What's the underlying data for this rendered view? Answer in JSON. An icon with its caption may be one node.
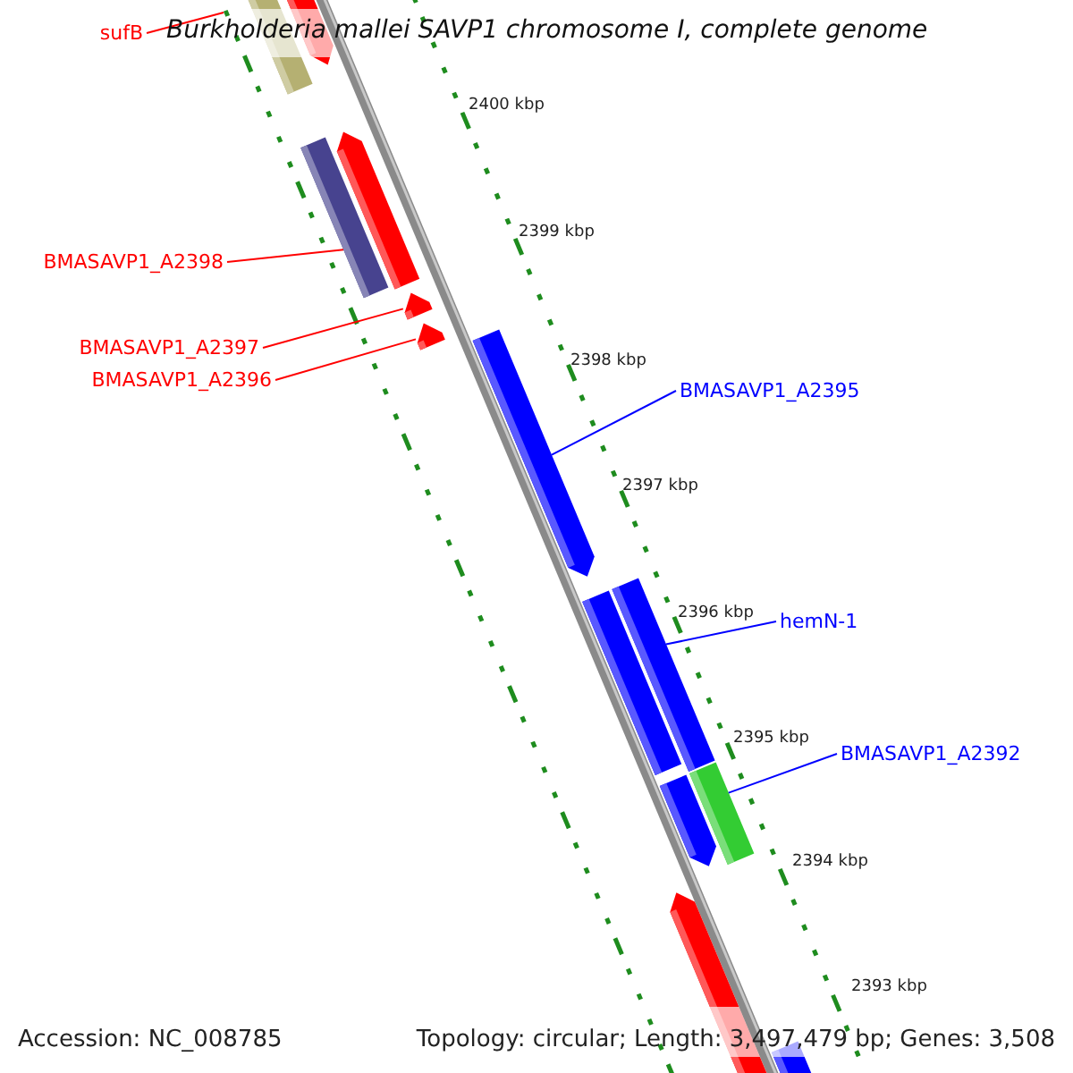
{
  "diagram": {
    "title": "Burkholderia mallei SAVP1 chromosome I, complete genome",
    "nodes": [
      {
        "text": [
          "sufB"
        ]
      },
      {
        "text": [],
        "shape": "bar"
      },
      {
        "text": [],
        "shape": "bar"
      },
      {
        "text": [
          "BMASAVP1_A2398"
        ]
      },
      {
        "text": [],
        "shape": "bar"
      },
      {
        "text": [],
        "shape": "bar"
      },
      {
        "text": [],
        "shape": "bar"
      },
      {
        "text": [
          "BMASAVP1_A2397"
        ]
      },
      {
        "text": [],
        "shape": "bar"
      },
      {
        "text": [
          "BMASAVP1_A2396"
        ]
      },
      {
        "text": [],
        "shape": "bar"
      },
      {
        "text": [
          "BMASAVP1_A2395"
        ]
      },
      {
        "text": [],
        "shape": "bar"
      },
      {
        "text": [],
        "shape": "bar"
      },
      {
        "text": [
          "hemN-1"
        ]
      },
      {
        "text": [
          "BMASAVP1_A2392"
        ]
      },
      {
        "text": [],
        "shape": "bar"
      },
      {
        "text": [],
        "shape": "bar"
      },
      {
        "text": [],
        "shape": "bar"
      },
      {
        "text": [],
        "shape": "bar"
      }
    ],
    "edges": [
      {
        "from": 0,
        "to": null,
        "arrow": "none"
      },
      {
        "from": 3,
        "to": 4,
        "arrow": "none"
      },
      {
        "from": 7,
        "to": 6,
        "arrow": "none"
      },
      {
        "from": 9,
        "to": 8,
        "arrow": "none"
      },
      {
        "from": 11,
        "to": 10,
        "arrow": "none",
        "color": "#0000ff"
      },
      {
        "from": 14,
        "to": 12,
        "arrow": "none",
        "color": "#0000ff"
      },
      {
        "from": 15,
        "to": 16,
        "arrow": "none",
        "color": "#0000ff"
      }
    ],
    "labels": [
      "2400 kbp",
      "2399 kbp",
      "2398 kbp",
      "2397 kbp",
      "2396 kbp",
      "2395 kbp",
      "2394 kbp",
      "2393 kbp",
      "Accession: NC_008785",
      "Topology: circular; Length: 3,497,479 bp; Genes: 3,508"
    ]
  }
}
